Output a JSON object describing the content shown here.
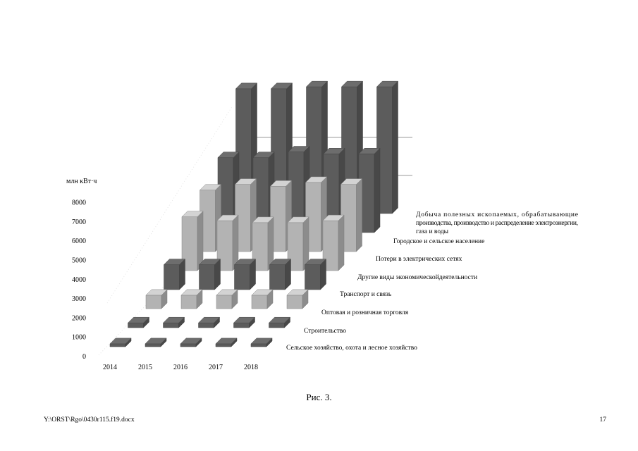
{
  "chart_data": {
    "type": "bar",
    "ylabel": "млн кВт·ч",
    "y_ticks": [
      "0",
      "1000",
      "2000",
      "3000",
      "4000",
      "5000",
      "6000",
      "7000",
      "8000"
    ],
    "ylim": [
      0,
      8000
    ],
    "categories": [
      "2014",
      "2015",
      "2016",
      "2017",
      "2018"
    ],
    "series": [
      {
        "name": "Сельское хозяйство, охота и лесное хозяйство",
        "values": [
          150,
          150,
          150,
          150,
          150
        ],
        "color": "#5c5c5c"
      },
      {
        "name": "Строительство",
        "values": [
          250,
          250,
          250,
          250,
          250
        ],
        "color": "#5c5c5c"
      },
      {
        "name": "Оптовая и розничная торговля",
        "values": [
          700,
          700,
          700,
          700,
          700
        ],
        "color": "#b3b3b3"
      },
      {
        "name": "Транспорт и связь",
        "values": [
          1300,
          1300,
          1300,
          1300,
          1300
        ],
        "color": "#5c5c5c"
      },
      {
        "name": "Другие виды экономическойдеятельности",
        "values": [
          2800,
          2600,
          2500,
          2500,
          2600
        ],
        "color": "#b3b3b3"
      },
      {
        "name": "Потери в электрических сетях",
        "values": [
          3200,
          3500,
          3400,
          3600,
          3500
        ],
        "color": "#b3b3b3"
      },
      {
        "name": "Городское и сельское население",
        "values": [
          3900,
          3900,
          4200,
          4100,
          4100
        ],
        "color": "#5c5c5c"
      },
      {
        "name": "Добыча полезных ископаемых, обрабатывающие производства, производство и распределение электроэнергии, газа и воды",
        "values": [
          6500,
          6500,
          6600,
          6600,
          6600
        ],
        "color": "#5c5c5c"
      }
    ],
    "grid": false,
    "legend": "right"
  },
  "caption": "Рис. 3.",
  "footer": {
    "file_path": "Y:\\ORST\\Rgo\\0430r115.f19.docx",
    "page_number": "17"
  }
}
